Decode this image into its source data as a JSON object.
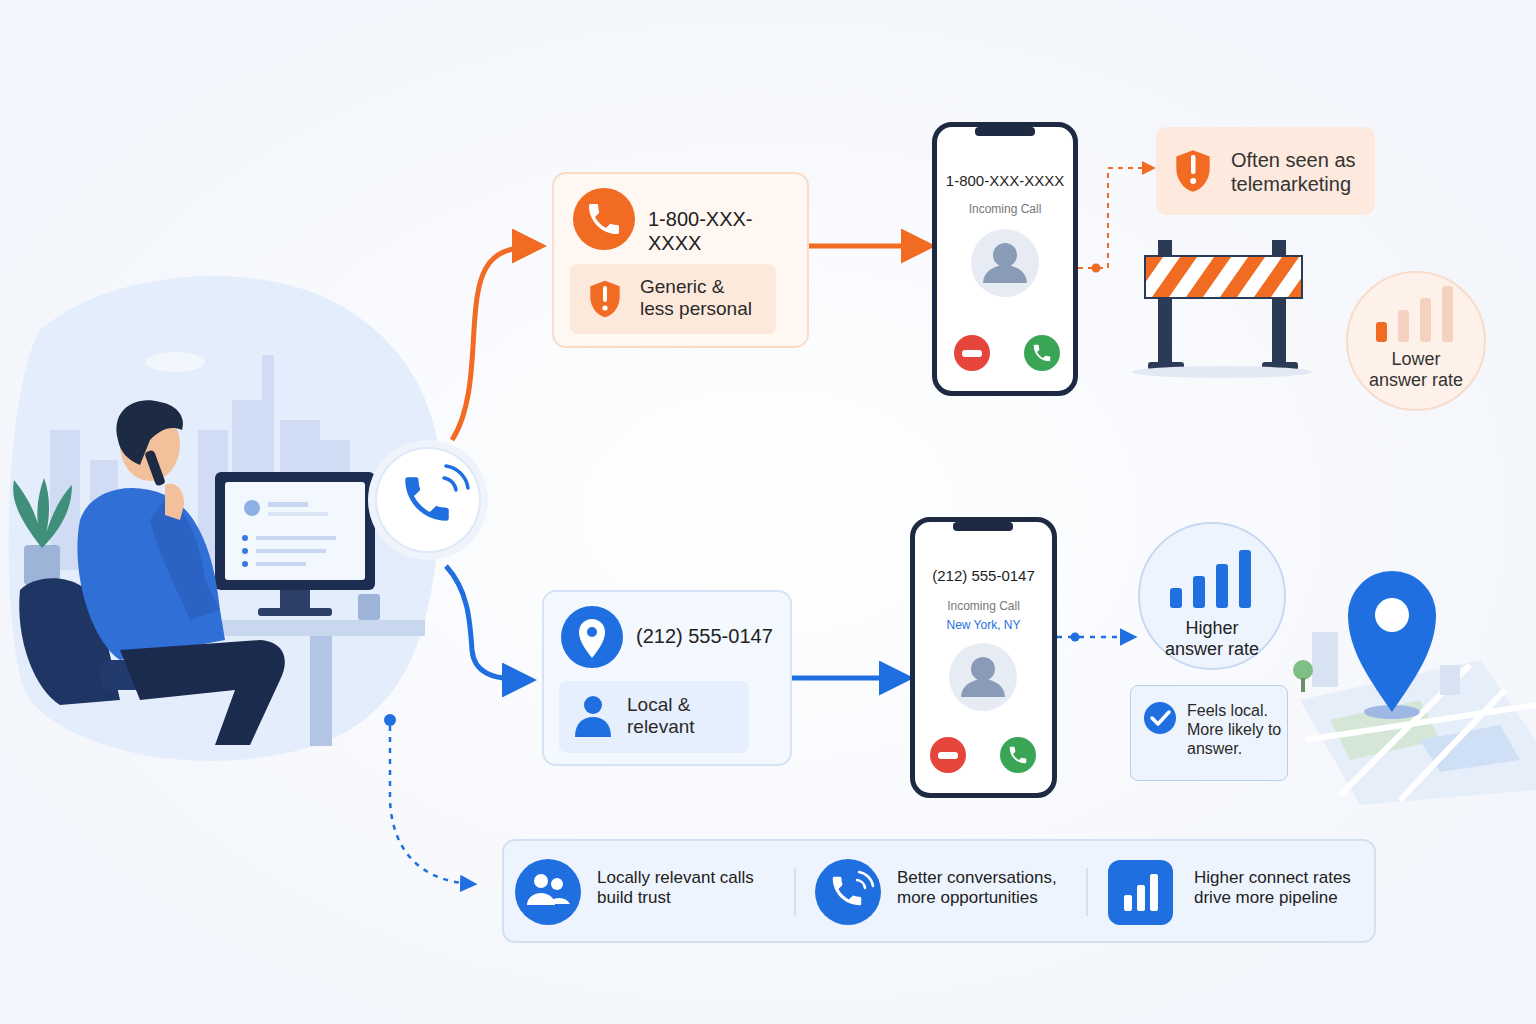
{
  "diagram": {
    "nodes": [
      {
        "text": [
          "1-800-XXX-XXXX"
        ]
      },
      {
        "text": [
          "Generic & less personal"
        ],
        "in": 0
      },
      {
        "text": [
          "1-800-XXX-XXXX",
          "Incoming Call"
        ]
      },
      {
        "text": [
          "Often seen as telemarketing"
        ]
      },
      {
        "text": [
          "Lower answer rate"
        ]
      },
      {
        "text": [
          "(212) 555-0147"
        ]
      },
      {
        "text": [
          "Local & relevant"
        ],
        "in": 5
      },
      {
        "text": [
          "(212) 555-0147",
          "Incoming Call",
          "New York, NY"
        ]
      },
      {
        "text": [
          "Higher answer rate"
        ]
      },
      {
        "text": [
          "Feels local. More likely to answer."
        ]
      },
      {
        "text": [
          "Locally relevant calls build trust"
        ]
      },
      {
        "text": [
          "Better conversations, more opportunities"
        ]
      },
      {
        "text": [
          "Higher connect rates drive more pipeline"
        ]
      }
    ],
    "edges": [
      {
        "from": 0,
        "to": 2,
        "arrow": "to"
      },
      {
        "from": 2,
        "to": 3,
        "arrow": "to"
      },
      {
        "from": 5,
        "to": 7,
        "arrow": "to"
      },
      {
        "from": 7,
        "to": 8,
        "arrow": "to"
      }
    ]
  }
}
